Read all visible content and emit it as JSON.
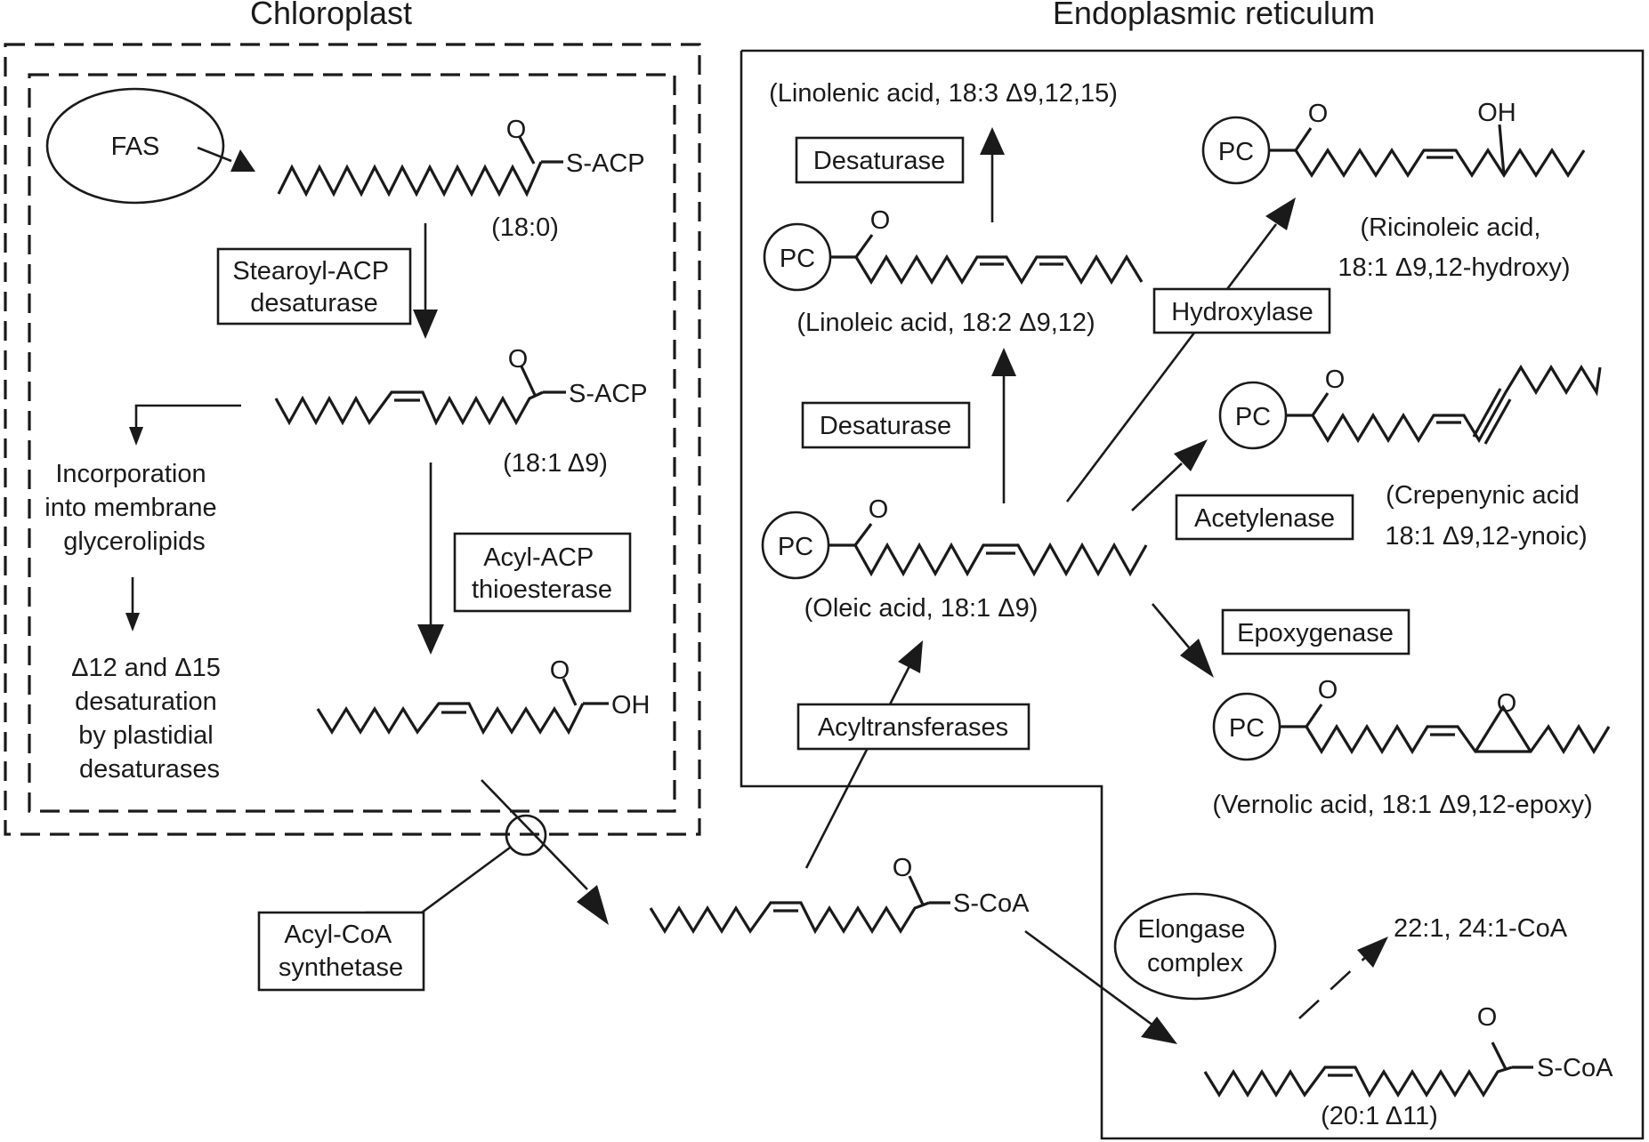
{
  "headers": {
    "chloroplast": "Chloroplast",
    "er": "Endoplasmic reticulum"
  },
  "atoms": {
    "O": "O",
    "OH": "OH",
    "S_ACP": "S-ACP",
    "S_CoA": "S-CoA",
    "PC": "PC"
  },
  "ovals": {
    "fas": "FAS",
    "elongase": [
      "Elongase",
      "complex"
    ]
  },
  "enzymes": {
    "stearoyl_acp": [
      "Stearoyl-ACP",
      "desaturase"
    ],
    "acyl_acp_thioesterase": [
      "Acyl-ACP",
      "thioesterase"
    ],
    "acyl_coa_synthetase": [
      "Acyl-CoA",
      "synthetase"
    ],
    "acyltransferases": "Acyltransferases",
    "desaturase_upper": "Desaturase",
    "desaturase_lower": "Desaturase",
    "hydroxylase": "Hydroxylase",
    "acetylenase": "Acetylenase",
    "epoxygenase": "Epoxygenase"
  },
  "compounds": {
    "c18_0": "(18:0)",
    "c18_1": "(18:1 Δ9)",
    "linolenic": "(Linolenic acid, 18:3 Δ9,12,15)",
    "linoleic": "(Linoleic acid, 18:2 Δ9,12)",
    "oleic": "(Oleic acid, 18:1 Δ9)",
    "ricinoleic": [
      "(Ricinoleic acid,",
      "18:1 Δ9,12-hydroxy)"
    ],
    "crepenynic": [
      "(Crepenynic acid",
      "18:1 Δ9,12-ynoic)"
    ],
    "vernolic": "(Vernolic acid, 18:1 Δ9,12-epoxy)",
    "elongation_products": "22:1, 24:1-CoA",
    "c20_1": "(20:1 Δ11)"
  },
  "notes": {
    "incorporation": [
      "Incorporation",
      "into membrane",
      "glycerolipids"
    ],
    "plastidial": [
      "Δ12 and Δ15",
      "desaturation",
      "by plastidial",
      "desaturases"
    ]
  }
}
